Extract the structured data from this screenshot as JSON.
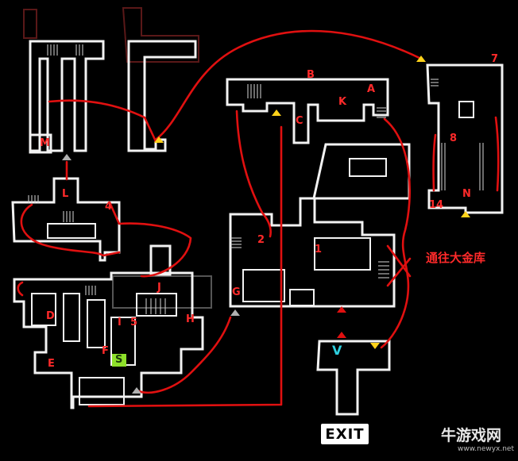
{
  "map": {
    "labels": {
      "A": "A",
      "B": "B",
      "C": "C",
      "D": "D",
      "E": "E",
      "F": "F",
      "G": "G",
      "H": "H",
      "I": "I",
      "J": "J",
      "K": "K",
      "L": "L",
      "M": "M",
      "N": "N",
      "n1": "1",
      "n2": "2",
      "n4": "4",
      "n5": "5",
      "n7": "7",
      "n8": "8",
      "n14": "14",
      "S": "S",
      "V": "V"
    },
    "to_vault": "通往大金库",
    "exit": "EXIT",
    "watermark": "牛游戏网",
    "watermark_url": "www.newyx.net",
    "colors": {
      "route": "#e01010",
      "label": "#ff2a2a",
      "marker_yellow": "#ffd21a",
      "marker_green": "#8ee02a",
      "marker_cyan": "#2ed0e0",
      "wall": "#f2f2f2"
    }
  }
}
